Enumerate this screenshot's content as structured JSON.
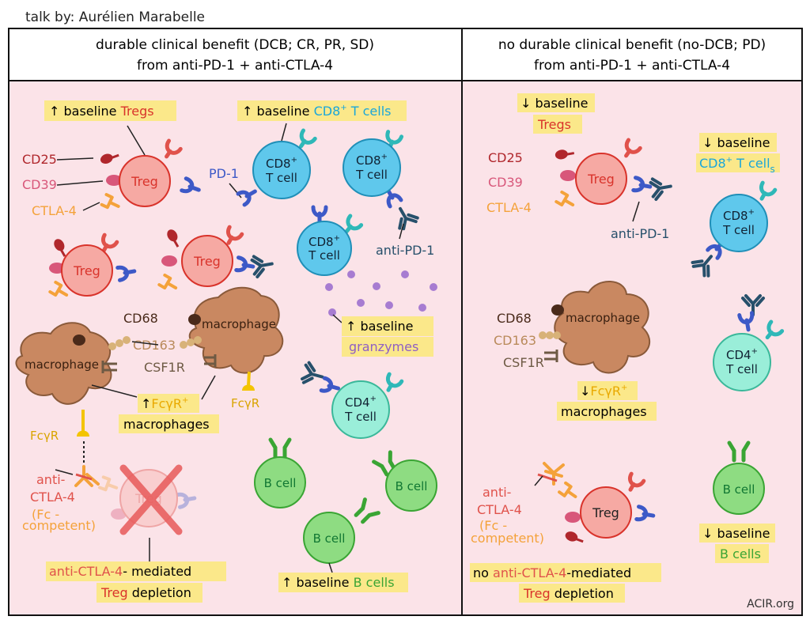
{
  "credit": "talk by: Aurélien Marabelle",
  "watermark": "ACIR.org",
  "panels": {
    "left": {
      "header_line1": "durable clinical benefit (DCB; CR, PR, SD)",
      "header_line2": "from anti-PD-1 + anti-CTLA-4"
    },
    "right": {
      "header_line1": "no durable clinical benefit (no-DCB; PD)",
      "header_line2": "from anti-PD-1 + anti-CTLA-4"
    }
  },
  "cells": {
    "treg": "Treg",
    "cd8": "CD8",
    "cd4": "CD4",
    "tcell": "T cell",
    "plus": "+",
    "macrophage": "macrophage",
    "bcell": "B cell"
  },
  "markers": {
    "cd25": "CD25",
    "cd39": "CD39",
    "ctla4": "CTLA-4",
    "pd1": "PD-1",
    "anti_pd1": "anti-PD-1",
    "cd68": "CD68",
    "cd163": "CD163",
    "csf1r": "CSF1R",
    "fcgr": "FcγR",
    "anti_ctla4_a": "anti-",
    "anti_ctla4_b": "CTLA-4",
    "fc_a": "(Fc -",
    "fc_b": "competent)"
  },
  "notes": {
    "up": "↑",
    "down": "↓",
    "baseline": "baseline",
    "tregs": "Tregs",
    "cd8_tcells": "T cells",
    "cd8_tcell_s_a": "T cell",
    "cd8_tcell_s_b": "s",
    "granzymes": "granzymes",
    "fcgr_plus": "FcγR",
    "macrophages": "macrophages",
    "anti_ctla4_mediated": "anti-CTLA-4",
    "mediated": "- mediated",
    "mediated_r": "-mediated",
    "treg_word": "Treg",
    "depletion": "depletion",
    "no": "no",
    "b_cells": "B cells"
  },
  "colors": {
    "panel_bg": "#fbe3e8",
    "highlight": "#fbe88a",
    "treg": "#f6a9a3",
    "treg_text": "#d9332b",
    "cd8": "#5fc8ec",
    "cd8_text": "#1aa6da",
    "cd4": "#9aeed9",
    "bcell": "#8edc82",
    "bcell_text": "#3aa534",
    "macrophage": "#c98861",
    "pd1": "#3d59c7",
    "antibody": "#27506b",
    "ctla4": "#f4a23a",
    "cd25": "#b0272c",
    "cd39": "#d8577a",
    "granzyme": "#a77cd1",
    "fcgr": "#f3c400"
  }
}
